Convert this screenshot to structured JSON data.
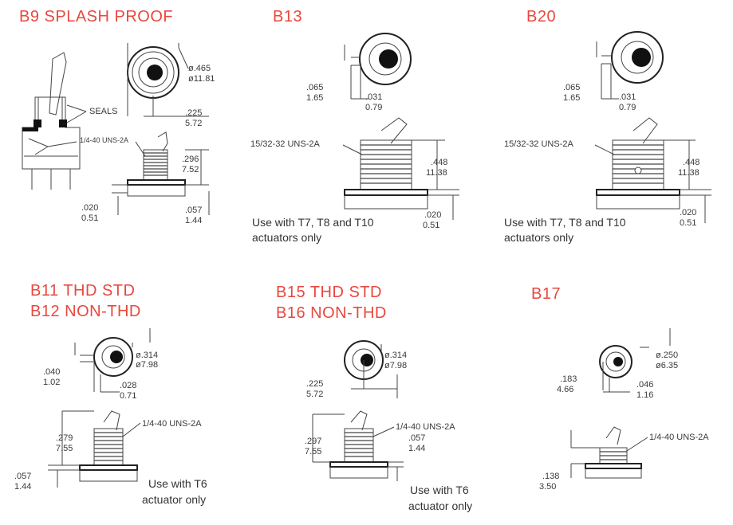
{
  "panels": {
    "b9": {
      "title": "B9  SPLASH PROOF",
      "seals": "SEALS",
      "thread": "1/4-40 UNS-2A",
      "dia_in": "ø.465",
      "dia_mm": "ø11.81",
      "offset_in": ".225",
      "offset_mm": "5.72",
      "height_in": ".296",
      "height_mm": "7.52",
      "base_in": ".020",
      "base_mm": "0.51",
      "flange_in": ".057",
      "flange_mm": "1.44"
    },
    "b13": {
      "title": "B13",
      "a_in": ".065",
      "a_mm": "1.65",
      "b_in": ".031",
      "b_mm": "0.79",
      "thread": "15/32-32 UNS-2A",
      "h_in": ".448",
      "h_mm": "11.38",
      "base_in": ".020",
      "base_mm": "0.51",
      "note_line1": "Use with T7, T8 and T10",
      "note_line2": "actuators only"
    },
    "b20": {
      "title": "B20",
      "a_in": ".065",
      "a_mm": "1.65",
      "b_in": ".031",
      "b_mm": "0.79",
      "thread": "15/32-32 UNS-2A",
      "h_in": ".448",
      "h_mm": "11.38",
      "base_in": ".020",
      "base_mm": "0.51",
      "note_line1": "Use with T7, T8 and T10",
      "note_line2": "actuators only"
    },
    "b11": {
      "title1": "B11  THD STD",
      "title2": "B12  NON-THD",
      "dia_in": "ø.314",
      "dia_mm": "ø7.98",
      "a_in": ".040",
      "a_mm": "1.02",
      "b_in": ".028",
      "b_mm": "0.71",
      "thread": "1/4-40 UNS-2A",
      "h_in": ".279",
      "h_mm": "7.55",
      "base_in": ".057",
      "base_mm": "1.44",
      "note_line1": "Use with T6",
      "note_line2": "actuator only"
    },
    "b15": {
      "title1": "B15  THD STD",
      "title2": "B16  NON-THD",
      "dia_in": "ø.314",
      "dia_mm": "ø7.98",
      "a_in": ".225",
      "a_mm": "5.72",
      "thread": "1/4-40 UNS-2A",
      "h_in": ".297",
      "h_mm": "7.55",
      "flange_in": ".057",
      "flange_mm": "1.44",
      "note_line1": "Use with T6",
      "note_line2": "actuator only"
    },
    "b17": {
      "title": "B17",
      "dia_in": "ø.250",
      "dia_mm": "ø6.35",
      "a_in": ".183",
      "a_mm": "4.66",
      "b_in": ".046",
      "b_mm": "1.16",
      "thread": "1/4-40 UNS-2A",
      "h_in": ".138",
      "h_mm": "3.50"
    }
  }
}
